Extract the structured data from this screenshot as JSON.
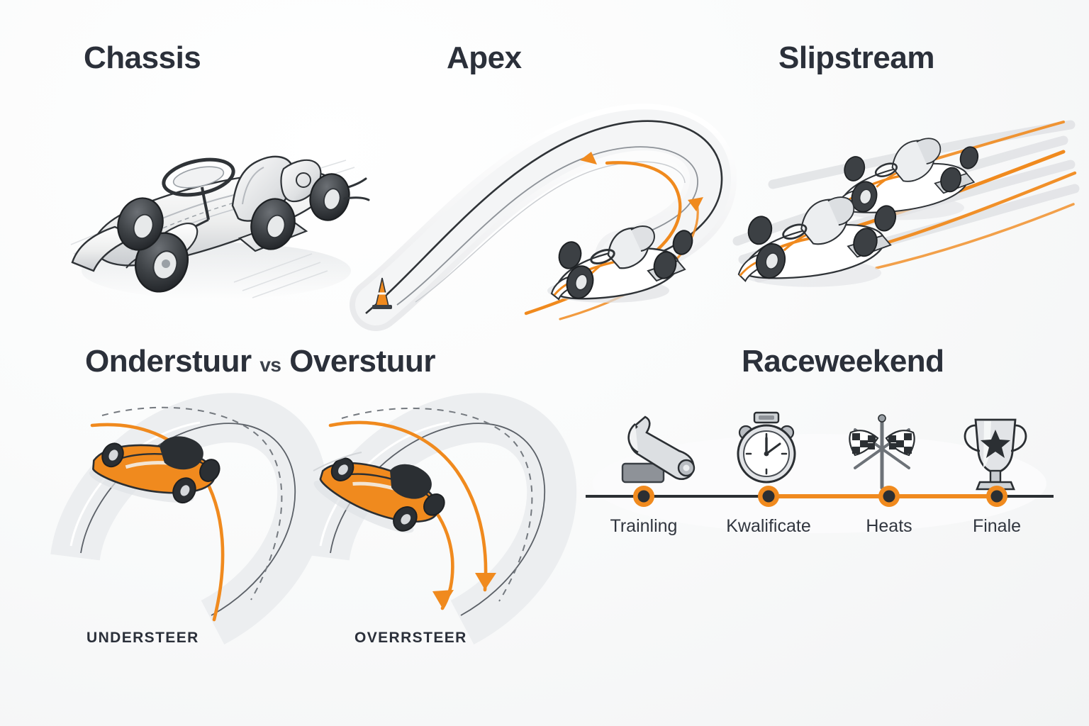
{
  "meta": {
    "background_color": "#f5f6f7",
    "accent_color": "#f08a1e",
    "ink_color": "#2b303a",
    "sketch_gray": "#8b9097"
  },
  "panels": {
    "chassis": {
      "title": "Chassis",
      "illustration": "go-kart-chassis-sketch"
    },
    "apex": {
      "title": "Apex",
      "illustration": "hairpin-corner-racing-line-with-kart-and-apex-cone"
    },
    "slipstream": {
      "title": "Slipstream",
      "illustration": "two-karts-drafting-with-speed-lines"
    },
    "steer": {
      "title_part1": "Onderstuur",
      "title_vs": "vs",
      "title_part2": "Overstuur",
      "diagrams": [
        {
          "caption": "UNDERSTEER",
          "illustration": "kart-running-wide-on-corner"
        },
        {
          "caption": "OVERRSTEER",
          "illustration": "kart-rotating-with-rear-slide-arrows"
        }
      ]
    },
    "raceweekend": {
      "title": "Raceweekend",
      "timeline": [
        {
          "label": "Trainling",
          "icon": "wrench-icon",
          "segment_after": "dark"
        },
        {
          "label": "Kwalificate",
          "icon": "stopwatch-icon",
          "segment_after": "orange"
        },
        {
          "label": "Heats",
          "icon": "checkered-flags-icon",
          "segment_after": "orange"
        },
        {
          "label": "Finale",
          "icon": "trophy-icon",
          "segment_after": "none"
        }
      ]
    }
  }
}
